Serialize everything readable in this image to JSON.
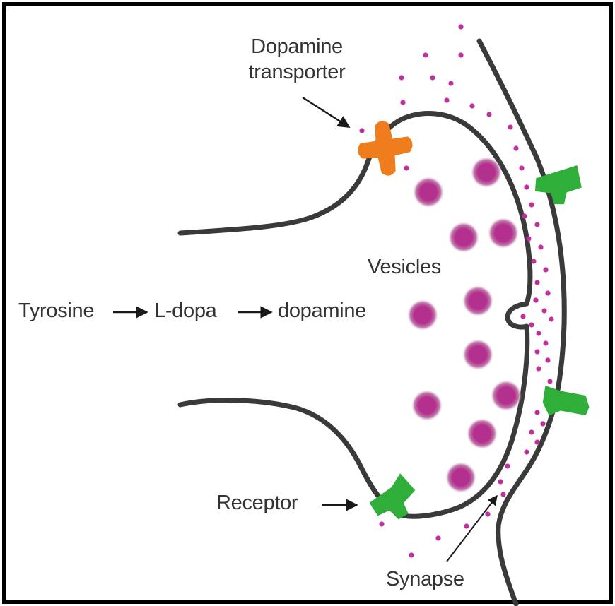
{
  "labels": {
    "transporter_line1": "Dopamine",
    "transporter_line2": "transporter",
    "vesicles": "Vesicles",
    "tyrosine": "Tyrosine",
    "ldopa": "L-dopa",
    "dopamine": "dopamine",
    "receptor": "Receptor",
    "synapse": "Synapse"
  },
  "colors": {
    "membrane": "#3a3a3a",
    "transporter": "#f07d1d",
    "receptor": "#2fae3a",
    "vesicle": "#b0328e",
    "dopamine_dot": "#c0309a",
    "text": "#333333",
    "border": "#000000"
  }
}
